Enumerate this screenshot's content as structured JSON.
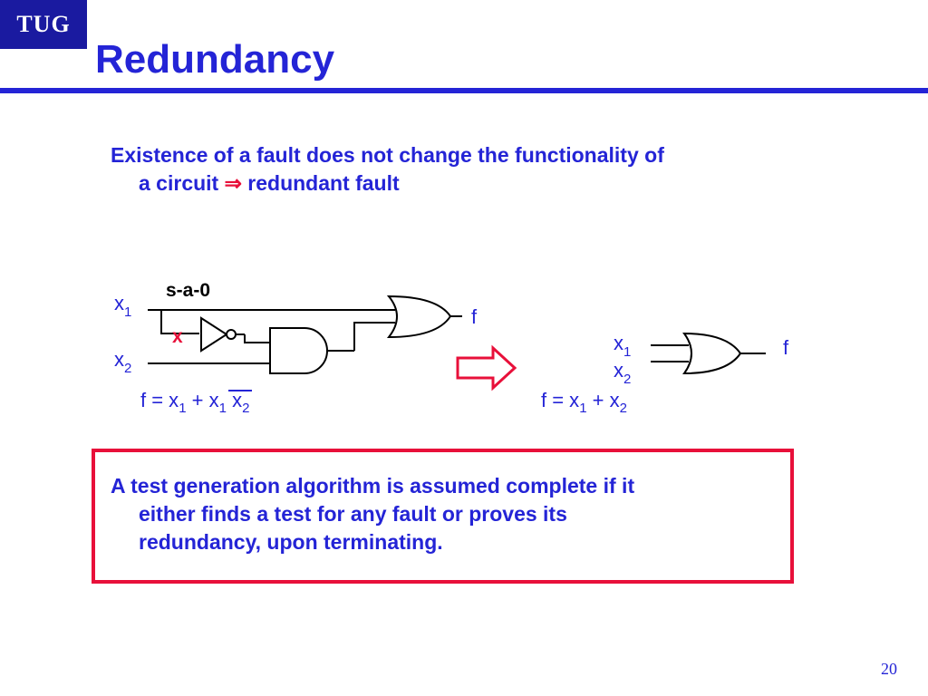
{
  "logo": {
    "text": "TUG"
  },
  "title": "Redundancy",
  "intro": {
    "line1": "Existence of a fault does not change the functionality of",
    "line2_before": "a circuit ",
    "line2_arrow": "⇒",
    "line2_after": " redundant fault"
  },
  "circuit_left": {
    "fault_label": "s-a-0",
    "fault_mark": "x",
    "input1": "x",
    "input1_sub": "1",
    "input2": "x",
    "input2_sub": "2",
    "output": "f",
    "eq": {
      "lhs": "f = x",
      "sub1": "1",
      "plus": " + ",
      "xbar": "x",
      "sub2": "1",
      "x2": " x",
      "sub3": "2"
    }
  },
  "circuit_right": {
    "input1": "x",
    "input1_sub": "1",
    "input2": "x",
    "input2_sub": "2",
    "output": "f",
    "eq": {
      "lhs": "f = x",
      "sub1": "1",
      "plus": " + x",
      "sub2": "2"
    }
  },
  "note": {
    "line1": "A test generation algorithm is assumed  complete if it",
    "line2": "either finds a test for any fault or proves its",
    "line3": "redundancy, upon terminating."
  },
  "page_number": "20",
  "colors": {
    "accent": "#2424d6",
    "logo_bg": "#1a1aa0",
    "highlight": "#e8103a"
  }
}
